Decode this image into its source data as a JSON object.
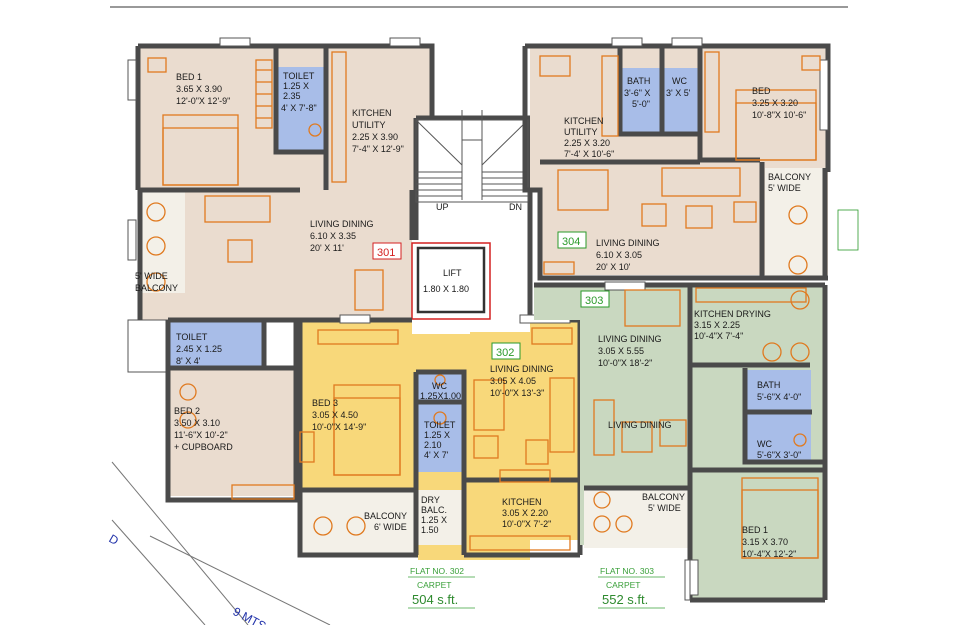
{
  "flats": {
    "301": {
      "tag": "301",
      "tag_color": "#d42020"
    },
    "302": {
      "tag": "302",
      "tag_color": "#2a9a2a",
      "flat_no": "FLAT NO. 302",
      "carpet_label": "CARPET",
      "carpet_value": "504 s.ft."
    },
    "303": {
      "tag": "303",
      "tag_color": "#2a9a2a",
      "flat_no": "FLAT NO. 303",
      "carpet_label": "CARPET",
      "carpet_value": "552 s.ft."
    },
    "304": {
      "tag": "304",
      "tag_color": "#2a9a2a"
    }
  },
  "core": {
    "up": "UP",
    "dn": "DN",
    "lift_name": "LIFT",
    "lift_size": "1.80 X 1.80"
  },
  "rooms_301": {
    "bed1": [
      "BED 1",
      "3.65 X 3.90",
      "12'-0\"X 12'-9\""
    ],
    "toilet": [
      "TOILET",
      "1.25 X",
      "2.35",
      "4' X 7'-8\""
    ],
    "kitchen": [
      "KITCHEN",
      "UTILITY",
      "2.25 X 3.90",
      "7'-4\" X 12'-9\""
    ],
    "living": [
      "LIVING DINING",
      "6.10 X 3.35",
      "20' X 11'"
    ],
    "balcony": [
      "5' WIDE",
      "BALCONY"
    ],
    "toilet2": [
      "TOILET",
      "2.45 X 1.25",
      "8' X 4'"
    ],
    "bed2": [
      "BED 2",
      "3.50 X 3.10",
      "11'-6\"X 10'-2\"",
      "+ CUPBOARD"
    ]
  },
  "rooms_302": {
    "bed3": [
      "BED 3",
      "3.05 X 4.50",
      "10'-0\"X 14'-9\""
    ],
    "wc": [
      "WC",
      "1.25X1.00"
    ],
    "toilet": [
      "TOILET",
      "1.25 X",
      "2.10",
      "4' X 7'"
    ],
    "living": [
      "LIVING DINING",
      "3.05 X 4.05",
      "10'-0\"X 13'-3\""
    ],
    "balcony": [
      "BALCONY",
      "6' WIDE"
    ],
    "dry": [
      "DRY",
      "BALC.",
      "1.25 X",
      "1.50"
    ],
    "kitchen": [
      "KITCHEN",
      "3.05 X 2.20",
      "10'-0\"X 7'-2\""
    ]
  },
  "rooms_303": {
    "living": [
      "LIVING DINING",
      "3.05 X 5.55",
      "10'-0\"X 18'-2\""
    ],
    "kitchen": [
      "KITCHEN DRYING",
      "3.15 X 2.25",
      "10'-4\"X 7'-4\""
    ],
    "bath": [
      "BATH",
      "5'-6\"X 4'-0\""
    ],
    "wc": [
      "WC",
      "5'-6\"X 3'-0\""
    ],
    "balcony": [
      "BALCONY",
      "5' WIDE"
    ],
    "bed1": [
      "BED 1",
      "3.15 X 3.70",
      "10'-4\"X 12'-2\""
    ]
  },
  "rooms_304": {
    "bath": [
      "BATH",
      "3'-6\" X",
      "5'-0\""
    ],
    "wc": [
      "WC",
      "3' X 5'"
    ],
    "bed": [
      "BED",
      "3.25 X 3.20",
      "10'-8\"X 10'-6\""
    ],
    "kitchen": [
      "KITCHEN",
      "UTILITY",
      "2.25 X 3.20",
      "7'-4' X 10'-6\""
    ],
    "balcony": [
      "BALCONY",
      "5' WIDE"
    ],
    "living": [
      "LIVING DINING",
      "6.10 X 3.05",
      "20' X 10'"
    ]
  },
  "road_text": [
    "D",
    "9 MTS"
  ],
  "colors": {
    "flat301_floor": "#eadccf",
    "flat302_floor": "#f8d87a",
    "flat303_floor": "#c9d8c0",
    "flat304_floor": "#eadccf",
    "wet_area": "#a8bde8",
    "balcony": "#f3f0e8",
    "furniture": "#e07a20",
    "wall": "#4a4a4a"
  }
}
